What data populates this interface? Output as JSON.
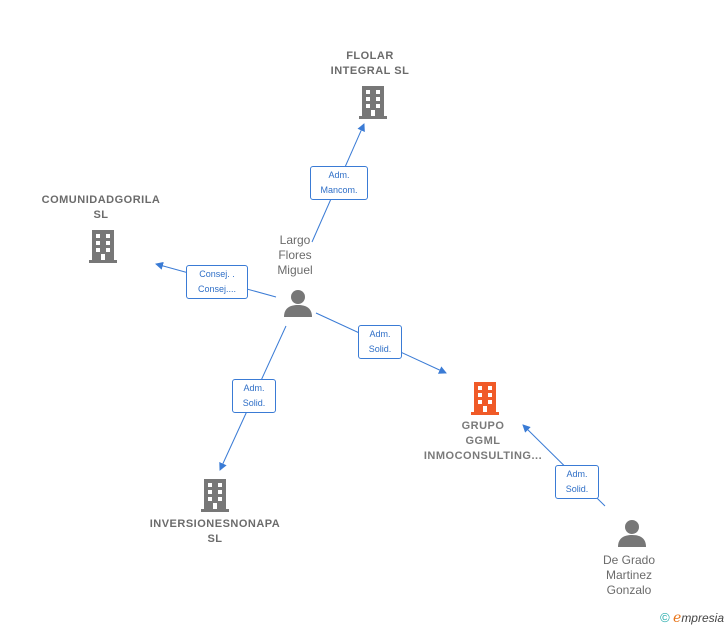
{
  "nodes": {
    "flolar": {
      "lines": [
        "FLOLAR",
        "INTEGRAL  SL"
      ],
      "icon": "building-icon"
    },
    "comunidad": {
      "lines": [
        "COMUNIDADGORILA",
        "SL"
      ],
      "icon": "building-icon"
    },
    "inversiones": {
      "lines": [
        "INVERSIONESNONAPA",
        "SL"
      ],
      "icon": "building-icon"
    },
    "grupo": {
      "lines": [
        "GRUPO",
        "GGML",
        "INMOCONSULTING..."
      ],
      "icon": "building-icon",
      "color": "#f05a28"
    },
    "largo": {
      "lines": [
        "Largo",
        "Flores",
        "Miguel"
      ],
      "icon": "person-icon"
    },
    "degrado": {
      "lines": [
        "De Grado",
        "Martinez",
        "Gonzalo"
      ],
      "icon": "person-icon"
    }
  },
  "edges": {
    "to_flolar": [
      "Adm.",
      "Mancom."
    ],
    "to_comunidad": [
      "Consej. .",
      "Consej...."
    ],
    "to_grupo": [
      "Adm.",
      "Solid."
    ],
    "to_inversiones": [
      "Adm.",
      "Solid."
    ],
    "degrado_to_grupo": [
      "Adm.",
      "Solid."
    ]
  },
  "colors": {
    "edge": "#3a7bd5",
    "node_gray": "#777777",
    "focus": "#f05a28"
  },
  "footer": {
    "copyright": "©",
    "brand_e": "e",
    "brand_rest": "mpresia"
  }
}
